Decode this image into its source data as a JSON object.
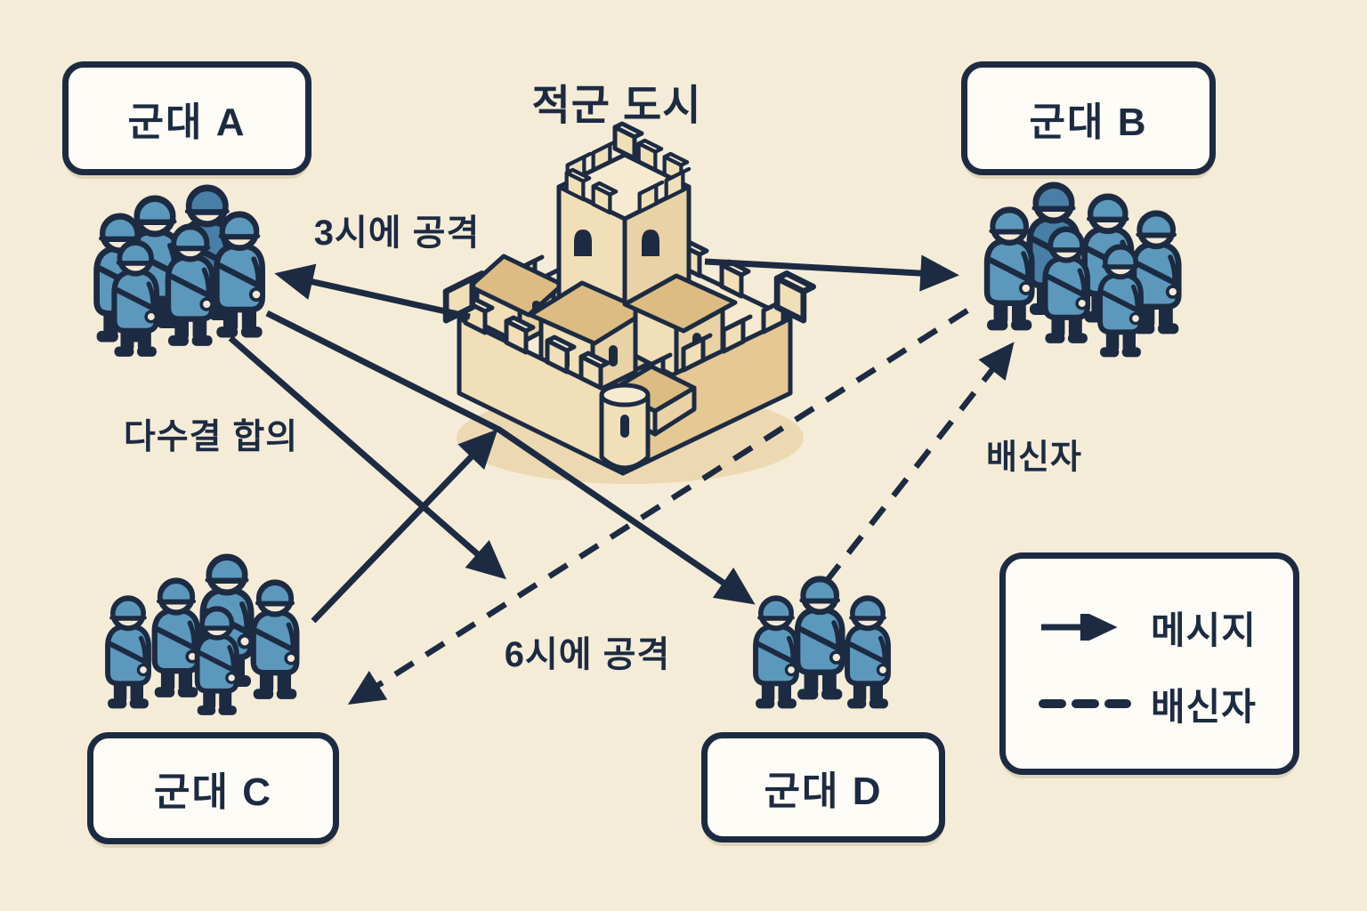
{
  "title": "적군 도시",
  "armies": {
    "a": {
      "label": "군대 A",
      "soldier_count": 6
    },
    "b": {
      "label": "군대 B",
      "soldier_count": 6
    },
    "c": {
      "label": "군대 C",
      "soldier_count": 5
    },
    "d": {
      "label": "군대 D",
      "soldier_count": 3
    }
  },
  "annotations": {
    "attack_at_3": "3시에 공격",
    "majority_consensus": "다수결 합의",
    "attack_at_6": "6시에 공격",
    "traitor": "배신자"
  },
  "legend": {
    "message_label": "메시지",
    "traitor_label": "배신자"
  },
  "connections": [
    {
      "from": "castle",
      "to": "army-a",
      "style": "solid-arrow",
      "label": "3시에 공격"
    },
    {
      "from": "castle",
      "to": "army-b",
      "style": "solid-arrow",
      "label": ""
    },
    {
      "from": "army-a",
      "to": "army-d",
      "style": "solid-arrow",
      "label": "다수결 합의"
    },
    {
      "from": "army-c",
      "to": "center-junction",
      "style": "solid-arrow",
      "label": ""
    },
    {
      "from": "army-a",
      "to": "center",
      "style": "solid-arrow",
      "label": ""
    },
    {
      "from": "army-b",
      "to": "army-c",
      "style": "dashed-arrow",
      "label": "6시에 공격"
    },
    {
      "from": "army-d",
      "to": "army-b",
      "style": "dashed-arrow",
      "label": "배신자"
    }
  ],
  "colors": {
    "background": "#f5ecd8",
    "ink": "#1c2b42",
    "soldier_blue": "#5c98bc",
    "soldier_blue_dark": "#497fa6",
    "face_cream": "#f3e9d6",
    "box_fill": "#fefcf6",
    "castle_light": "#f1dfb8",
    "castle_mid": "#e9d2a6",
    "castle_dark": "#dcbc82",
    "castle_top": "#f6ead0",
    "castle_shadow": "#ecd9b2"
  }
}
